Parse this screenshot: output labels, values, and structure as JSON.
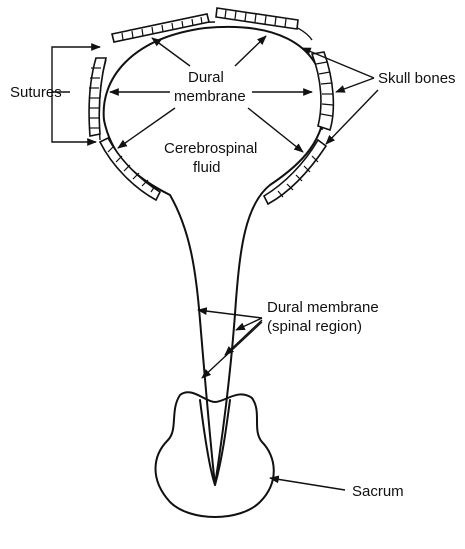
{
  "labels": {
    "sutures": "Sutures",
    "dural_membrane_line1": "Dural",
    "dural_membrane_line2": "membrane",
    "skull_bones": "Skull bones",
    "csf_line1": "Cerebrospinal",
    "csf_line2": "fluid",
    "dural_spinal_line1": "Dural membrane",
    "dural_spinal_line2": "(spinal region)",
    "sacrum": "Sacrum"
  },
  "colors": {
    "ink": "#111111",
    "background": "#ffffff"
  }
}
